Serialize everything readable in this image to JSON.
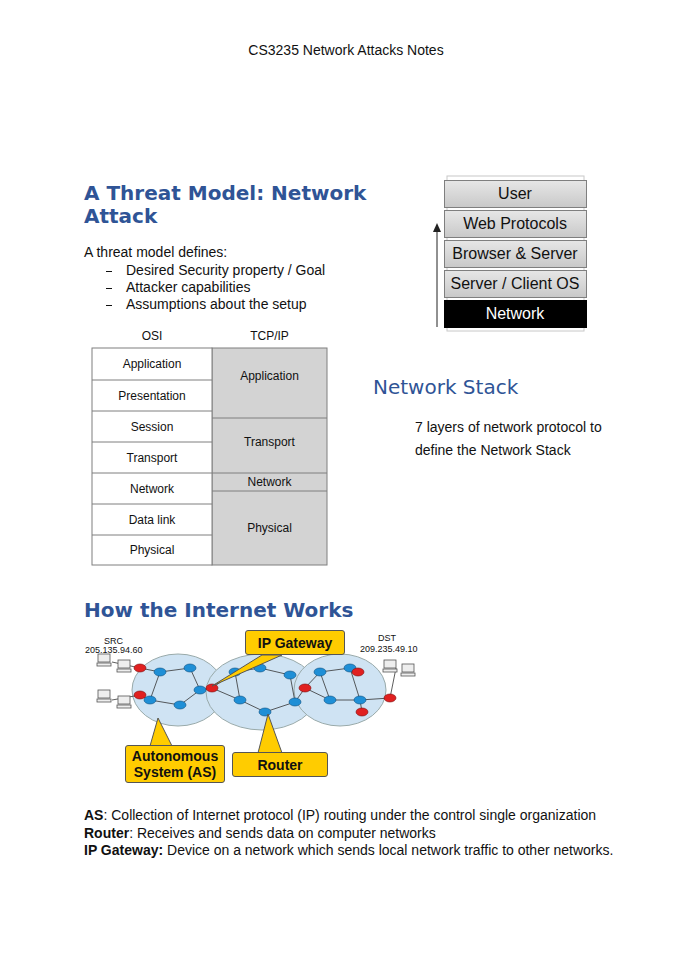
{
  "diagram": {
    "title": "CS3235 Network Attacks Notes",
    "nodes": [
      {
        "text": [
          "User"
        ]
      },
      {
        "text": [
          "Web Protocols"
        ]
      },
      {
        "text": [
          "Browser & Server"
        ]
      },
      {
        "text": [
          "Server / Client OS"
        ]
      },
      {
        "text": [
          "Network"
        ]
      },
      {
        "text": [
          "IP Gateway"
        ]
      },
      {
        "text": [
          "Autonomous System (AS)"
        ]
      },
      {
        "text": [
          "Router"
        ]
      }
    ],
    "labels": [
      "A Threat Model: Network Attack",
      "A threat model defines:",
      "Desired Security property / Goal",
      "Attacker capabilities",
      "Assumptions about the setup",
      "OSI",
      "TCP/IP",
      "Application",
      "Presentation",
      "Session",
      "Transport",
      "Network",
      "Data link",
      "Physical",
      "Application",
      "Transport",
      "Network",
      "Physical",
      "Network Stack",
      "7 layers of network protocol to define the Network Stack",
      "How the Internet Works",
      "SRC",
      "205.135.94.60",
      "DST",
      "209.235.49.10",
      "AS",
      ": Collection of Internet protocol (IP) routing under the control single organization",
      "Router",
      ": Receives and sends data on computer networks",
      "IP Gateway:",
      " Device on a network which sends local network traffic to other networks."
    ]
  }
}
